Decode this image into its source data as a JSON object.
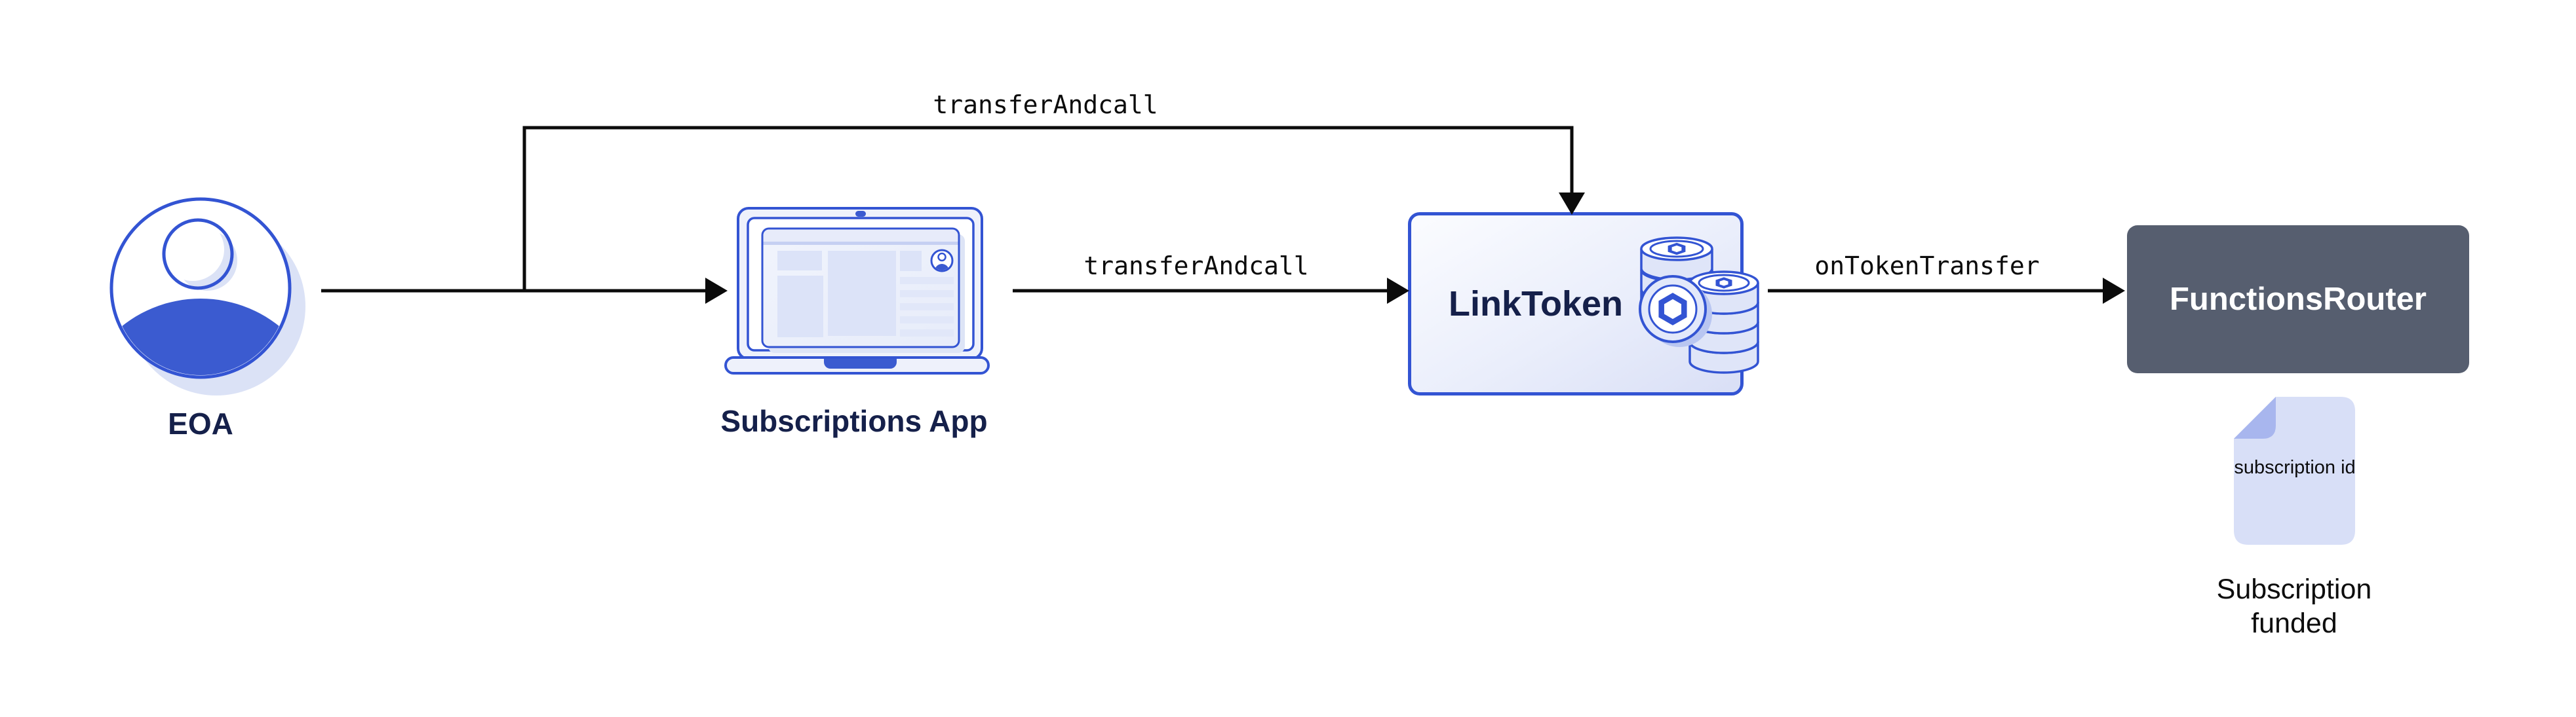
{
  "diagram": {
    "nodes": {
      "eoa": {
        "label": "EOA",
        "icon": "user-icon"
      },
      "subscriptions_app": {
        "label": "Subscriptions App",
        "icon": "laptop-icon"
      },
      "link_token": {
        "label": "LinkToken",
        "icon": "link-coins-icon"
      },
      "functions_router": {
        "label": "FunctionsRouter"
      },
      "subscription_doc": {
        "icon": "document-icon",
        "doc_text": "subscription id",
        "caption": "Subscription funded"
      }
    },
    "edges": {
      "eoa_to_linktoken": {
        "label": "transferAndcall"
      },
      "app_to_linktoken": {
        "label": "transferAndcall"
      },
      "linktoken_to_router": {
        "label": "onTokenTransfer"
      }
    },
    "colors": {
      "brand_blue_stroke": "#3354d3",
      "brand_blue_fill": "#3b5bd0",
      "lavender_shadow": "#dbe2f6",
      "lavender_fill": "#dce3f8",
      "doc_body": "#d8dff7",
      "doc_fold": "#a8b6ee",
      "navy_text": "#15204a",
      "slate_box": "#565e6f",
      "arrow_black": "#0b0b0b",
      "white": "#ffffff"
    }
  }
}
